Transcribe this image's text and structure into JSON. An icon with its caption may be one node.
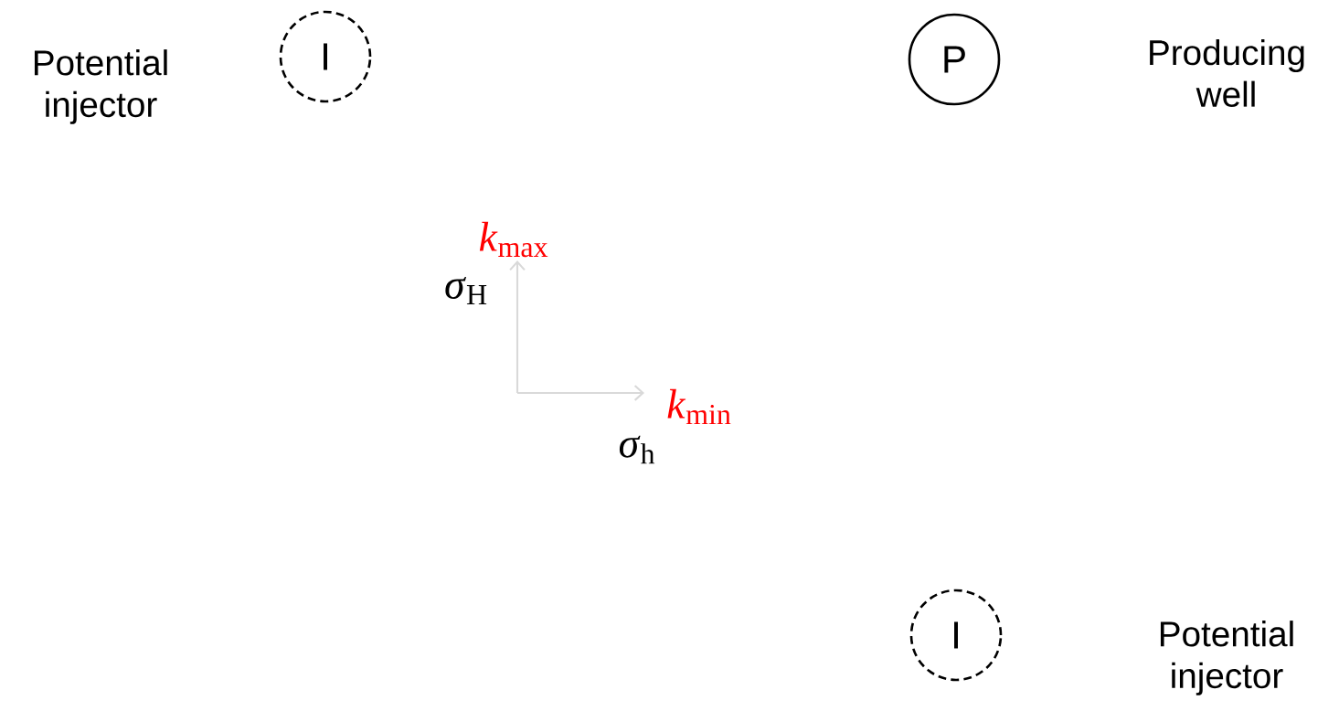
{
  "diagram": {
    "nodes": [
      {
        "text": [
          "I"
        ],
        "beside": [
          "Potential injector"
        ]
      },
      {
        "text": [
          "P"
        ]
      },
      {
        "text": [
          "I"
        ]
      }
    ],
    "labels": [
      "Producing well",
      "*k*$_{max}$",
      "*σ*$_{H}$",
      "*k*$_{min}$",
      "*σ*$_{h}$",
      "Potential injector"
    ]
  }
}
